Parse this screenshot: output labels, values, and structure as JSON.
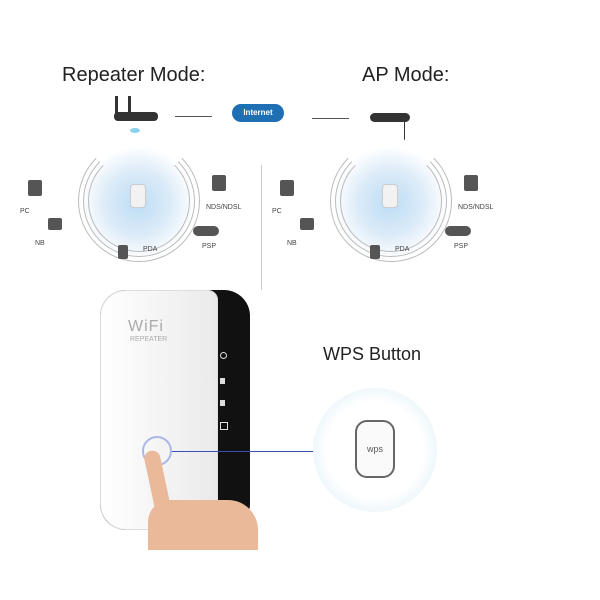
{
  "repeater_mode": {
    "title": "Repeater Mode:",
    "labels": {
      "pc": "PC",
      "nb": "NB",
      "pda": "PDA",
      "nds": "NDS/NDSL",
      "psp": "PSP"
    }
  },
  "ap_mode": {
    "title": "AP Mode:",
    "labels": {
      "pc": "PC",
      "nb": "NB",
      "pda": "PDA",
      "nds": "NDS/NDSL",
      "psp": "PSP"
    }
  },
  "internet": "Internet",
  "product": {
    "logo": "WiFi",
    "sublogo": "REPEATER",
    "wps_label": "WPS Button",
    "wps_button_text": "wps"
  },
  "colors": {
    "cloud": "#1f6fb5",
    "glow": "#bcdcf5",
    "device_black": "#111111",
    "link_line": "#3a4fb0"
  }
}
